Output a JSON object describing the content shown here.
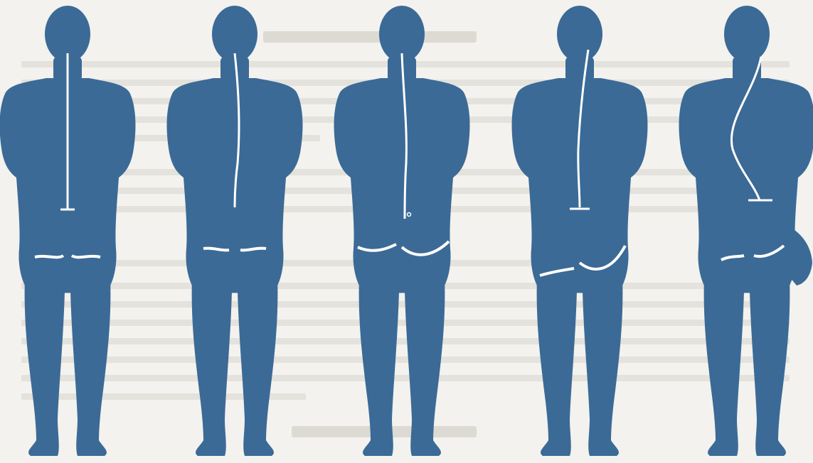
{
  "figures": [
    {
      "name": "figure-straight-spine"
    },
    {
      "name": "figure-slight-curve-spine"
    },
    {
      "name": "figure-shifted-pelvis-spine"
    },
    {
      "name": "figure-tilted-spine"
    },
    {
      "name": "figure-scoliosis-spine"
    }
  ],
  "colors": {
    "figure": "#3b6a96",
    "line": "#ffffff",
    "paper": "#f3f2ee"
  }
}
